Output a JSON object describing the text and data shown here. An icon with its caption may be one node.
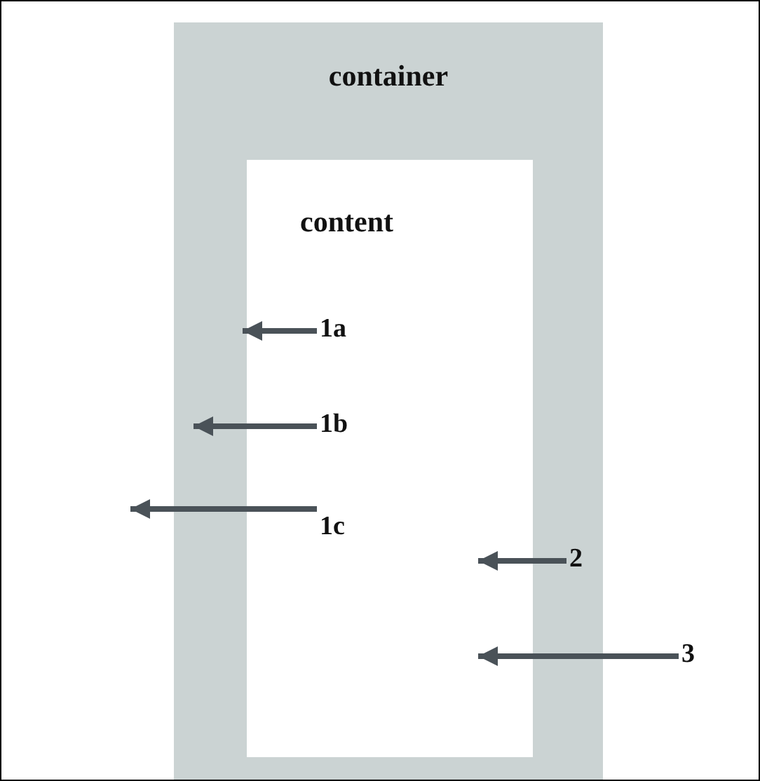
{
  "diagram": {
    "nodes": [
      {
        "text": [
          "container"
        ]
      },
      {
        "text": [
          "content"
        ],
        "in": 0
      },
      {
        "text": [
          "1a"
        ],
        "in": 1
      },
      {
        "text": [
          "1b"
        ],
        "in": 1
      },
      {
        "text": [
          "1c"
        ],
        "in": 1
      },
      {
        "text": [
          "2"
        ],
        "in": 0
      },
      {
        "text": [
          "3"
        ]
      }
    ],
    "edges": [
      {
        "from": 2,
        "to": 1,
        "arrow": "to"
      },
      {
        "from": 3,
        "to": 0,
        "arrow": "to"
      },
      {
        "from": 4,
        "to": null,
        "arrow": "to"
      },
      {
        "from": 5,
        "to": 1,
        "arrow": "to"
      },
      {
        "from": 6,
        "to": 1,
        "arrow": "to"
      }
    ]
  }
}
